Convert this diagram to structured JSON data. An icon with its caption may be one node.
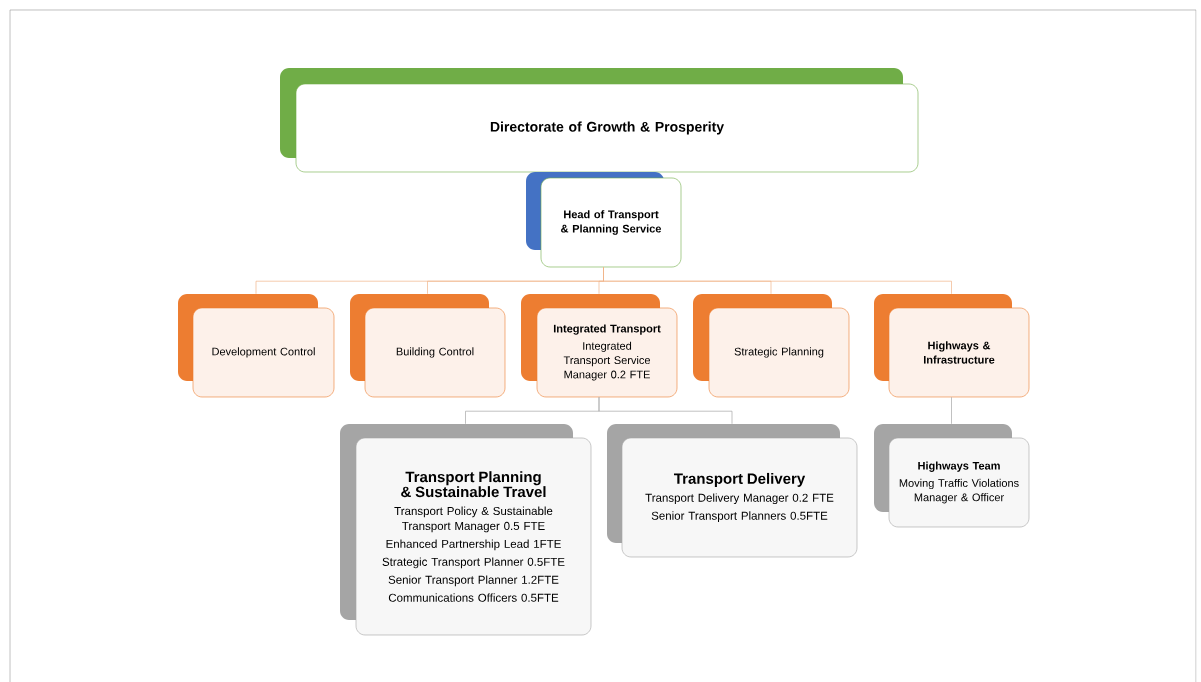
{
  "diagram": {
    "nodes": [
      {
        "text": [
          "Directorate of Growth & Prosperity"
        ]
      },
      {
        "text": [
          "Head of Transport & Planning Service"
        ]
      },
      {
        "text": [
          "Development Control"
        ]
      },
      {
        "text": [
          "Building Control"
        ]
      },
      {
        "text": [
          "Integrated Transport",
          "Integrated Transport Service Manager 0.2 FTE"
        ]
      },
      {
        "text": [
          "Strategic Planning"
        ]
      },
      {
        "text": [
          "Highways & Infrastructure"
        ]
      },
      {
        "text": [
          "Transport Planning & Sustainable Travel",
          "Transport Policy & Sustainable Transport Manager 0.5 FTE",
          "Enhanced Partnership Lead 1FTE",
          "Strategic Transport Planner 0.5FTE",
          "Senior Transport Planner 1.2FTE",
          "Communications Officers 0.5FTE"
        ]
      },
      {
        "text": [
          "Transport Delivery",
          "Transport Delivery Manager 0.2 FTE",
          "Senior Transport Planners 0.5FTE"
        ]
      },
      {
        "text": [
          "Highways Team",
          "Moving Traffic Violations Manager & Officer"
        ]
      }
    ],
    "edges": [
      {
        "from": 1,
        "to": 2,
        "arrow": "none"
      },
      {
        "from": 1,
        "to": 3,
        "arrow": "none"
      },
      {
        "from": 1,
        "to": 4,
        "arrow": "none"
      },
      {
        "from": 1,
        "to": 5,
        "arrow": "none"
      },
      {
        "from": 1,
        "to": 6,
        "arrow": "none"
      },
      {
        "from": 4,
        "to": 7,
        "arrow": "none",
        "color": "#a6a6a6"
      },
      {
        "from": 4,
        "to": 8,
        "arrow": "none",
        "color": "#a6a6a6"
      },
      {
        "from": 6,
        "to": 9,
        "arrow": "none",
        "color": "#a6a6a6"
      }
    ]
  }
}
